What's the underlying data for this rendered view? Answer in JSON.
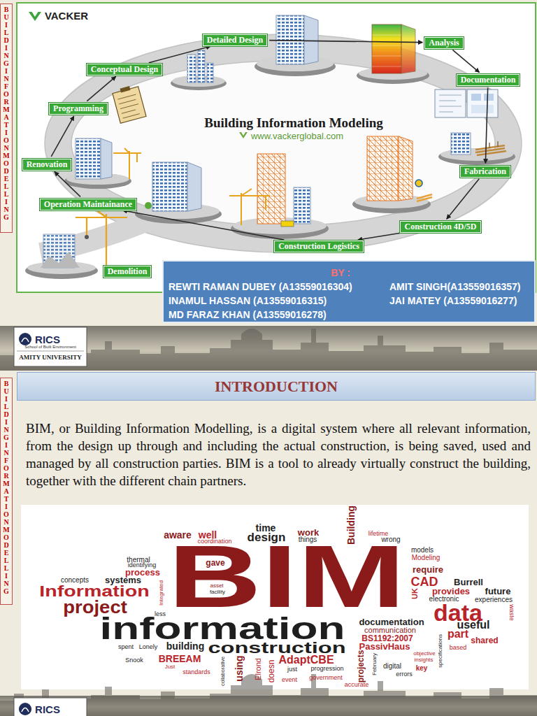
{
  "diagram": {
    "nodes": [
      {
        "text": [
          "BUILDING INFORMATION MODELLING"
        ]
      },
      {
        "text": [
          "Detailed Design"
        ]
      },
      {
        "text": [
          "Analysis"
        ]
      },
      {
        "text": [
          "Conceptual Design"
        ]
      },
      {
        "text": [
          "Documentation"
        ]
      },
      {
        "text": [
          "Programming"
        ]
      },
      {
        "text": [
          "Renovation"
        ]
      },
      {
        "text": [
          "Fabrication"
        ]
      },
      {
        "text": [
          "Operation Maintainance"
        ]
      },
      {
        "text": [
          "Construction 4D/5D"
        ]
      },
      {
        "text": [
          "Construction Logistics"
        ]
      },
      {
        "text": [
          "BY :",
          "REWTI RAMAN DUBEY (A13559016304)",
          "AMIT SINGH(A13559016357)",
          "INAMUL HASSAN (A13559016315)",
          "JAI MATEY (A13559016277)",
          "MD FARAZ KHAN (A13559016278)"
        ]
      },
      {
        "text": [
          "Demolition"
        ]
      },
      {
        "text": [
          "BUILDING INFORMATION MODELLING"
        ]
      },
      {
        "text": [
          "INTRODUCTION"
        ]
      }
    ],
    "edges": [
      {
        "from": 5,
        "to": 3,
        "arrow": "to"
      },
      {
        "from": 3,
        "to": 1,
        "arrow": "to"
      },
      {
        "from": 1,
        "to": 2,
        "arrow": "to"
      },
      {
        "from": 2,
        "to": 4,
        "arrow": "to"
      },
      {
        "from": 4,
        "to": 7,
        "arrow": "to"
      },
      {
        "from": 7,
        "to": 9,
        "arrow": "to"
      },
      {
        "from": 9,
        "to": 10,
        "arrow": "to"
      },
      {
        "from": 10,
        "to": 8,
        "arrow": "to"
      },
      {
        "from": 8,
        "to": 6,
        "arrow": "to"
      },
      {
        "from": 6,
        "to": 5,
        "arrow": "to"
      }
    ],
    "labels": [
      "VACKER",
      "Building Information Modeling",
      "www.vackerglobal.com",
      "RICS",
      "School of Built Environment",
      "AMITY UNIVERSITY",
      "BIM, or Building Information Modelling, is a digital system where all relevant information, from the design up through and including the actual construction, is being saved, used and managed by all construction parties. BIM is a tool to already virtually construct the building, together with the different chain partners.",
      "BIM",
      "Building",
      "time",
      "lifetime",
      "aware",
      "well",
      "design",
      "work",
      "things",
      "wrong",
      "coordination",
      "models",
      "Modeling",
      "thermal",
      "identifying",
      "gave",
      "require",
      "process",
      "concepts",
      "systems",
      "CAD",
      "Burrell",
      "Integrated",
      "asset",
      "facility",
      "UK",
      "provides",
      "future",
      "Information",
      "electronic",
      "experiences",
      "waste",
      "project",
      "data",
      "less",
      "documentation",
      "useful",
      "information",
      "communication",
      "part",
      "BS1192:2007",
      "shared",
      "spent",
      "Lonely",
      "building",
      "construction",
      "PassivHaus",
      "based",
      "objective",
      "specifications",
      "BREEAM",
      "AdaptCBE",
      "insights",
      "Snook",
      "Just",
      "standards",
      "using",
      "collaborative",
      "Elrond",
      "doesn",
      "just",
      "progression",
      "projects",
      "February",
      "digital",
      "key",
      "errors",
      "government",
      "event",
      "accurate",
      "RICS"
    ]
  }
}
